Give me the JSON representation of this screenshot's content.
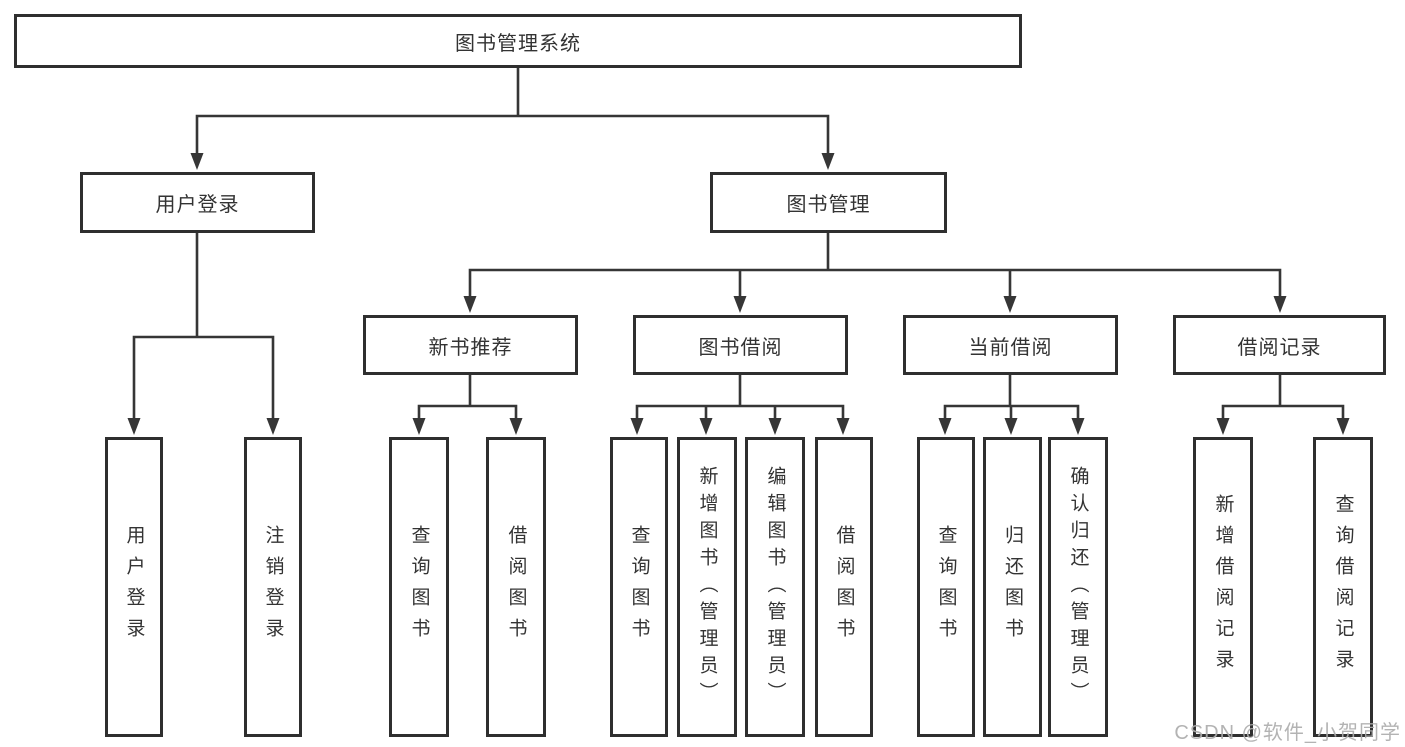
{
  "diagram": {
    "root": {
      "label": "图书管理系统"
    },
    "level2": [
      {
        "label": "用户登录",
        "children": [
          {
            "label": "用户登录"
          },
          {
            "label": "注销登录"
          }
        ]
      },
      {
        "label": "图书管理",
        "children": [
          {
            "label": "新书推荐",
            "children": [
              {
                "label": "查询图书"
              },
              {
                "label": "借阅图书"
              }
            ]
          },
          {
            "label": "图书借阅",
            "children": [
              {
                "label": "查询图书"
              },
              {
                "label": "新增图书（管理员）"
              },
              {
                "label": "编辑图书（管理员）"
              },
              {
                "label": "借阅图书"
              }
            ]
          },
          {
            "label": "当前借阅",
            "children": [
              {
                "label": "查询图书"
              },
              {
                "label": "归还图书"
              },
              {
                "label": "确认归还（管理员）"
              }
            ]
          },
          {
            "label": "借阅记录",
            "children": [
              {
                "label": "新增借阅记录"
              },
              {
                "label": "查询借阅记录"
              }
            ]
          }
        ]
      }
    ]
  },
  "colors": {
    "line": "#363636",
    "box_border": "#2f2f2f",
    "text": "#333333",
    "watermark": "#acacac"
  },
  "watermark": {
    "text": "CSDN @软件_小贺同学"
  }
}
